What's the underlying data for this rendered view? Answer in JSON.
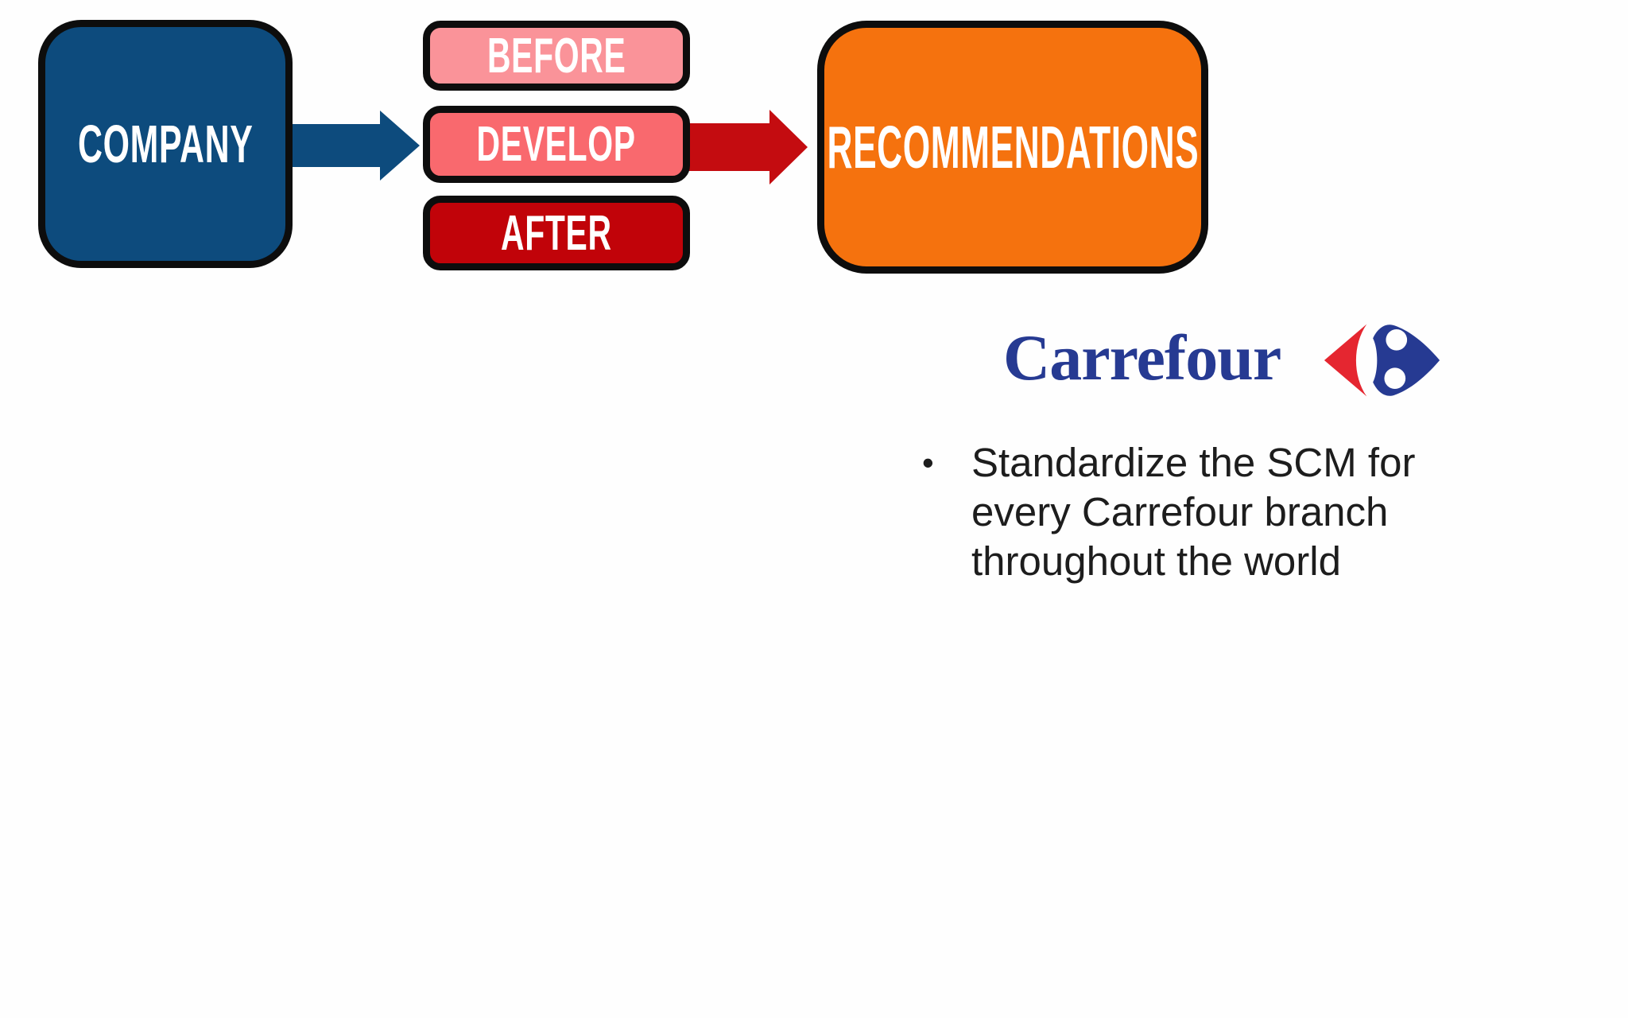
{
  "slide": {
    "background_color": "#fefefe",
    "outline_color": "#0d0d0d",
    "flow": {
      "company": {
        "label": "COMPANY",
        "fill": "#0d4b7d"
      },
      "stages": [
        {
          "label": "BEFORE",
          "fill": "#fa9399"
        },
        {
          "label": "DEVELOP",
          "fill": "#f9696e"
        },
        {
          "label": "AFTER",
          "fill": "#c10309"
        }
      ],
      "recommendations": {
        "label": "RECOMMENDATIONS",
        "fill": "#f5720e"
      },
      "blue_arrow_color": "#0d4b7d",
      "red_arrow_color": "#c40c10"
    },
    "carrefour": {
      "wordmark": "Carrefour",
      "logo_icon": "carrefour-logo-mark",
      "brand_blue": "#263a92",
      "brand_red": "#e52630"
    },
    "bullet": {
      "glyph": "•",
      "text": "Standardize the SCM for every Carrefour branch throughout the world"
    }
  }
}
